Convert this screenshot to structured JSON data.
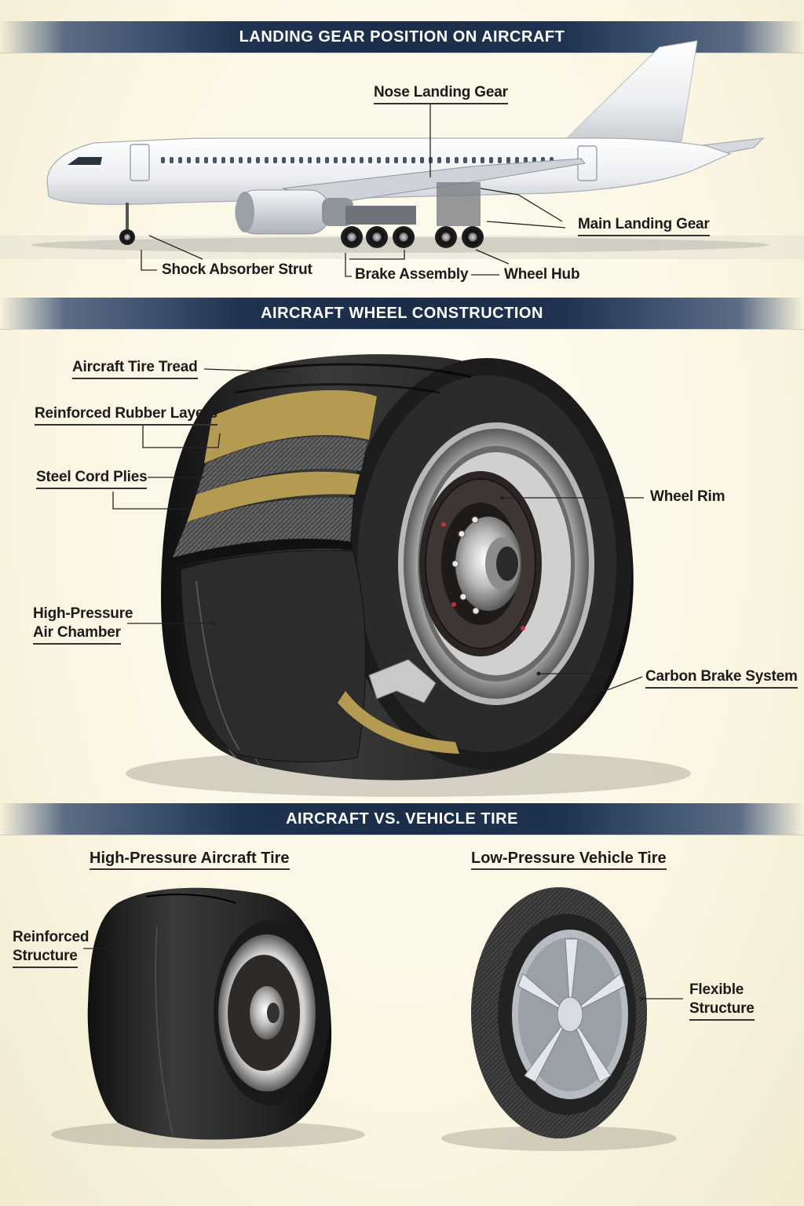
{
  "sections": {
    "aircraft": {
      "title": "LANDING GEAR POSITION ON AIRCRAFT"
    },
    "wheel": {
      "title": "AIRCRAFT WHEEL CONSTRUCTION"
    },
    "compare": {
      "title": "AIRCRAFT VS. VEHICLE TIRE"
    }
  },
  "aircraft_labels": {
    "nose_gear": "Nose Landing Gear",
    "main_gear": "Main Landing Gear",
    "shock_strut": "Shock Absorber Strut",
    "brake_assembly": "Brake Assembly",
    "wheel_hub": "Wheel Hub"
  },
  "wheel_labels": {
    "tread": "Aircraft Tire Tread",
    "rubber_layers": "Reinforced Rubber Layers",
    "steel_plies": "Steel Cord Plies",
    "air_chamber_1": "High-Pressure",
    "air_chamber_2": "Air Chamber",
    "rim": "Wheel Rim",
    "carbon_brake": "Carbon Brake System"
  },
  "compare_labels": {
    "aircraft_tire": "High-Pressure Aircraft Tire",
    "vehicle_tire": "Low-Pressure Vehicle Tire",
    "reinforced_1": "Reinforced",
    "reinforced_2": "Structure",
    "flexible_1": "Flexible",
    "flexible_2": "Structure"
  },
  "colors": {
    "banner_navy": "#1a2d49",
    "tire_black": "#1e1e1e",
    "ply_gold": "#b59a52",
    "fuselage": "#f1f2f4"
  }
}
